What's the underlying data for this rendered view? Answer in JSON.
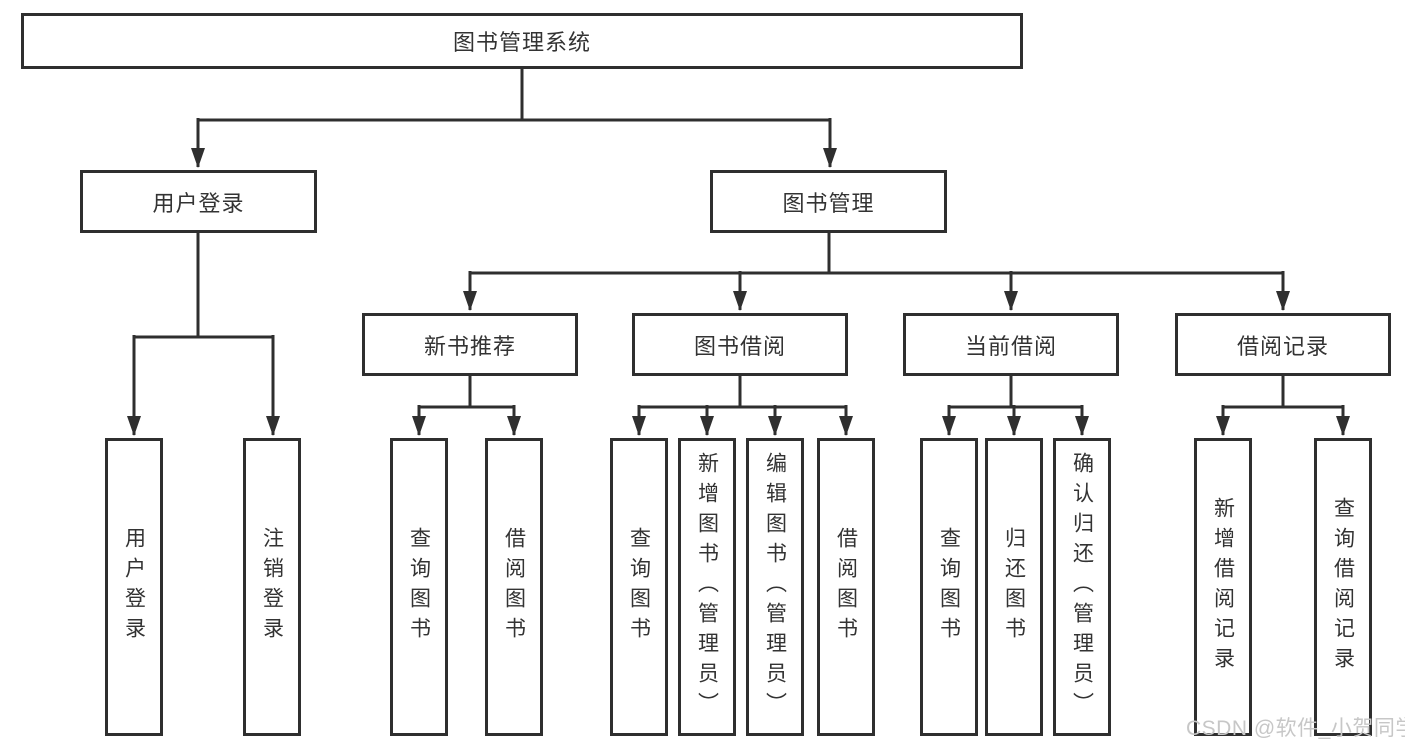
{
  "colors": {
    "line": "#2f2f2f",
    "box_border": "#2f2f2f",
    "text": "#333333",
    "watermark_text": "#c7c7c7",
    "background": "#ffffff"
  },
  "watermark": "CSDN @软件_小贺同学",
  "tree": {
    "label": "图书管理系统",
    "children": [
      {
        "label": "用户登录",
        "children": [
          {
            "label": "用户登录"
          },
          {
            "label": "注销登录"
          }
        ]
      },
      {
        "label": "图书管理",
        "children": [
          {
            "label": "新书推荐",
            "children": [
              {
                "label": "查询图书"
              },
              {
                "label": "借阅图书"
              }
            ]
          },
          {
            "label": "图书借阅",
            "children": [
              {
                "label": "查询图书"
              },
              {
                "label": "新增图书（管理员）"
              },
              {
                "label": "编辑图书（管理员）"
              },
              {
                "label": "借阅图书"
              }
            ]
          },
          {
            "label": "当前借阅",
            "children": [
              {
                "label": "查询图书"
              },
              {
                "label": "归还图书"
              },
              {
                "label": "确认归还（管理员）"
              }
            ]
          },
          {
            "label": "借阅记录",
            "children": [
              {
                "label": "新增借阅记录"
              },
              {
                "label": "查询借阅记录"
              }
            ]
          }
        ]
      }
    ]
  }
}
